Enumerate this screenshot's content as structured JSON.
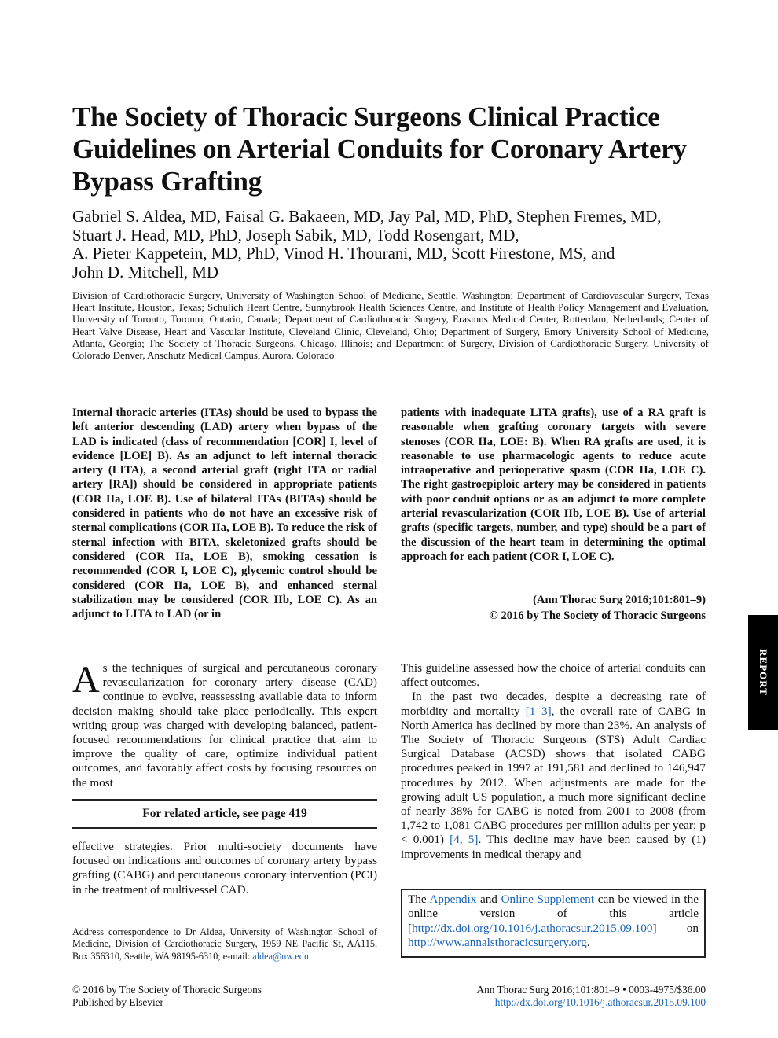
{
  "article": {
    "title": "The Society of Thoracic Surgeons Clinical Practice Guidelines on Arterial Conduits for Coronary Artery Bypass Grafting",
    "author_lines": [
      "Gabriel S. Aldea, MD, Faisal G. Bakaeen, MD, Jay Pal, MD, PhD, Stephen Fremes, MD,",
      "Stuart J. Head, MD, PhD, Joseph Sabik, MD, Todd Rosengart, MD,",
      "A. Pieter Kappetein, MD, PhD, Vinod H. Thourani, MD, Scott Firestone, MS, and",
      "John D. Mitchell, MD"
    ],
    "affiliations": "Division of Cardiothoracic Surgery, University of Washington School of Medicine, Seattle, Washington; Department of Cardiovascular Surgery, Texas Heart Institute, Houston, Texas; Schulich Heart Centre, Sunnybrook Health Sciences Centre, and Institute of Health Policy Management and Evaluation, University of Toronto, Toronto, Ontario, Canada; Department of Cardiothoracic Surgery, Erasmus Medical Center, Rotterdam, Netherlands; Center of Heart Valve Disease, Heart and Vascular Institute, Cleveland Clinic, Cleveland, Ohio; Department of Surgery, Emory University School of Medicine, Atlanta, Georgia; The Society of Thoracic Surgeons, Chicago, Illinois; and Department of Surgery, Division of Cardiothoracic Surgery, University of Colorado Denver, Anschutz Medical Campus, Aurora, Colorado"
  },
  "abstract": {
    "left": "Internal thoracic arteries (ITAs) should be used to bypass the left anterior descending (LAD) artery when bypass of the LAD is indicated (class of recommendation [COR] I, level of evidence [LOE] B). As an adjunct to left internal thoracic artery (LITA), a second arterial graft (right ITA or radial artery [RA]) should be considered in appropriate patients (COR IIa, LOE B). Use of bilateral ITAs (BITAs) should be considered in patients who do not have an excessive risk of sternal complications (COR IIa, LOE B). To reduce the risk of sternal infection with BITA, skele­tonized grafts should be considered (COR IIa, LOE B), smoking cessation is recommended (COR I, LOE C), glycemic control should be considered (COR IIa, LOE B), and enhanced sternal stabilization may be considered (COR IIb, LOE C). As an adjunct to LITA to LAD (or in",
    "right": "patients with inadequate LITA grafts), use of a RA graft is reasonable when grafting coronary targets with severe stenoses (COR IIa, LOE: B). When RA grafts are used, it is reasonable to use pharmacologic agents to reduce acute intraoperative and perioperative spasm (COR IIa, LOE C). The right gastroepiploic artery may be considered in patients with poor conduit options or as an adjunct to more complete arterial revascularization (COR IIb, LOE B). Use of arterial grafts (specific targets, number, and type) should be a part of the discussion of the heart team in determining the optimal approach for each patient (COR I, LOE C).",
    "citation": "(Ann Thorac Surg 2016;101:801–9)",
    "copyright": "© 2016 by The Society of Thoracic Surgeons"
  },
  "body": {
    "dropcap": "A",
    "intro_left_1": "s the techniques of surgical and percutaneous coronary revascularization for coronary artery dis­ease (CAD) continue to evolve, reassessing available data to inform decision making should take place periodi­cally. This expert writing group was charged with developing balanced, patient-focused recommendations for clinical practice that aim to improve the quality of care, optimize individual patient outcomes, and favor­ably affect costs by focusing resources on the most",
    "related_article": "For related article, see page 419",
    "intro_left_2": "effective strategies. Prior multi-society documents have focused on indications and outcomes of coronary artery bypass grafting (CABG) and percutaneous coronary intervention (PCI) in the treatment of multivessel CAD.",
    "right_p1": "This guideline assessed how the choice of arterial con­duits can affect outcomes.",
    "right_p2_a": "In the past two decades, despite a decreasing rate of morbidity and mortality ",
    "ref_1_3": "[1–3]",
    "right_p2_b": ", the overall rate of CABG in North America has declined by more than 23%. An analysis of The Society of Thoracic Surgeons (STS) Adult Cardiac Surgical Database (ACSD) shows that isolated CABG procedures peaked in 1997 at 191,581 and declined to 146,947 procedures by 2012. When adjustments are made for the growing adult US population, a much more signif­icant decline of nearly 38% for CABG is noted from 2001 to 2008 (from 1,742 to 1,081 CABG procedures per million adults per year; ",
    "p_value": "p < 0.001) ",
    "ref_4_5": "[4, 5]",
    "right_p2_c": ". This decline may have been caused by (1) improvements in medical therapy and"
  },
  "footnote": {
    "text": "Address correspondence to Dr Aldea, University of Washington School of Medicine, Division of Cardiothoracic Surgery, 1959 NE Pacific St, AA115, Box 356310, Seattle, WA   98195-6310; e-mail: ",
    "email": "aldea@uw.edu",
    "end": "."
  },
  "appendix_box": {
    "t1": "The ",
    "appendix_link": "Appendix",
    "t2": " and ",
    "supplement_link": "Online Supplement",
    "t3": " can be viewed in the online version of this article [",
    "doi_link": "http://dx.doi.org/10.1016/j.athoracsur.2015.09.100",
    "t4": "] on ",
    "site_link": "http://www.annalsthoracicsurgery.org",
    "t5": "."
  },
  "footer": {
    "copyright": "© 2016 by The Society of Thoracic Surgeons",
    "publisher": "Published by Elsevier",
    "journal_ref": "Ann Thorac Surg 2016;101:801–9  •  0003-4975/$36.00",
    "doi": "http://dx.doi.org/10.1016/j.athoracsur.2015.09.100"
  },
  "side_tab": {
    "label": "REPORT"
  },
  "colors": {
    "link": "#1a63b5",
    "tab_background": "#000000"
  }
}
